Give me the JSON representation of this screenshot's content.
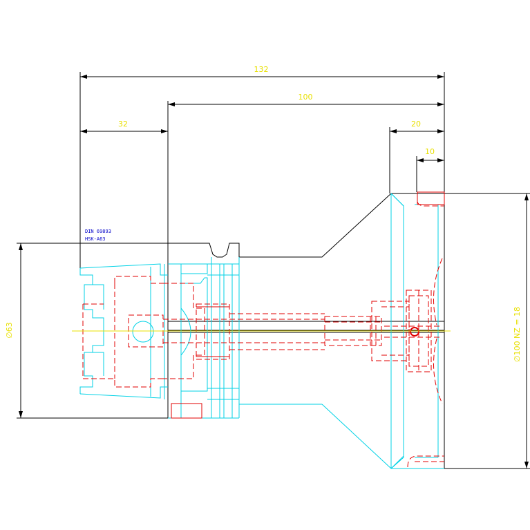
{
  "colors": {
    "background": "#ffffff",
    "dimension_line": "#000000",
    "dimension_text": "#e8e000",
    "outline": "#000000",
    "tool_body": "#00d2e6",
    "hidden_lines": "#e00000",
    "centerline": "#e8e000",
    "note": "#0000c8"
  },
  "dimensions": {
    "overall_length": "132",
    "tool_length": "100",
    "shank_length": "32",
    "flange_width": "20",
    "insert_width": "10",
    "shank_diameter": "∅63",
    "cutter_diameter": "∅100 NZ = 18"
  },
  "notes": {
    "standard": "DIN 69893",
    "interface": "HSK-A63"
  }
}
